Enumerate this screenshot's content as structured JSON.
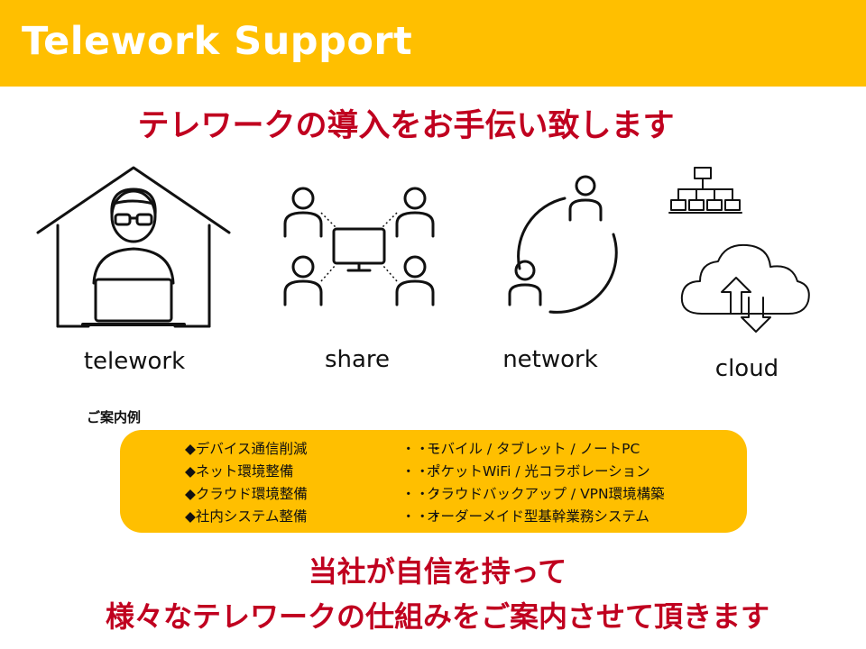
{
  "header": {
    "title": "Telework Support"
  },
  "subtitle": "テレワークの導入をお手伝い致します",
  "features": [
    {
      "label": "telework",
      "icon": "telework-house-icon"
    },
    {
      "label": "share",
      "icon": "share-network-icon"
    },
    {
      "label": "network",
      "icon": "network-people-icon"
    },
    {
      "label": "cloud",
      "icon": "cloud-sync-icon"
    }
  ],
  "examples": {
    "heading": "ご案内例",
    "dots": "・・・",
    "rows": [
      {
        "category": "◆デバイス通信削減",
        "items": "モバイル / タブレット / ノートPC"
      },
      {
        "category": "◆ネット環境整備",
        "items": "ポケットWiFi / 光コラボレーション"
      },
      {
        "category": "◆クラウド環境整備",
        "items": "クラウドバックアップ / VPN環境構築"
      },
      {
        "category": "◆社内システム整備",
        "items": "オーダーメイド型基幹業務システム"
      }
    ]
  },
  "closing": {
    "line1": "当社が自信を持って",
    "line2": "様々なテレワークの仕組みをご案内させて頂きます"
  },
  "colors": {
    "accent": "#ffbf00",
    "headline": "#c0001f",
    "text": "#111111"
  }
}
